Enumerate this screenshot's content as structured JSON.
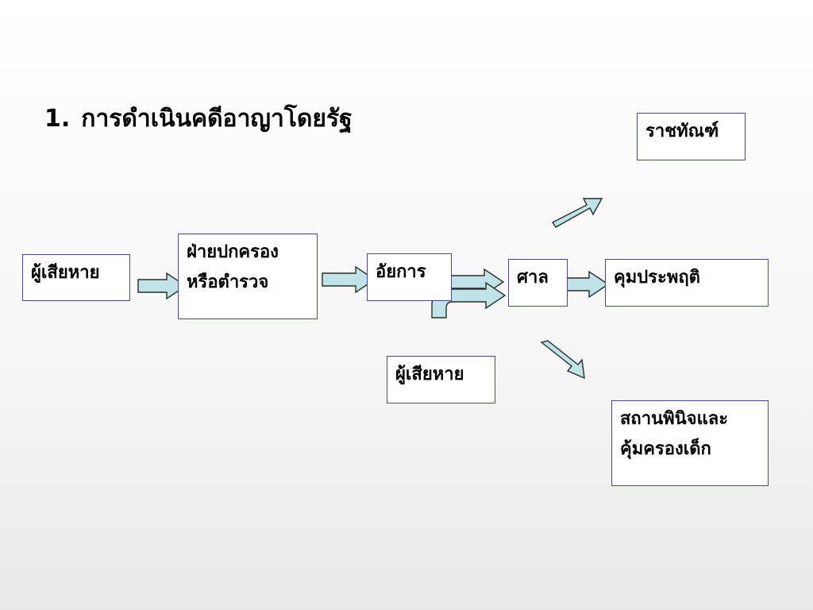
{
  "title": {
    "number": "1.",
    "text": "การดำเนินคดีอาญาโดยรัฐ"
  },
  "nodes": {
    "victim_left": {
      "text": "ผู้เสียหาย"
    },
    "administration_police": {
      "line1": "ฝ่ายปกครอง",
      "line2": "หรือตำรวจ"
    },
    "prosecutor": {
      "text": "อัยการ"
    },
    "court": {
      "text": "ศาล"
    },
    "victim_bottom": {
      "text": "ผู้เสียหาย"
    },
    "punishment": {
      "text": "ราชทัณฑ์"
    },
    "probation": {
      "text": "คุมประพฤติ"
    },
    "juvenile_center": {
      "line1": "สถานพินิจและ",
      "line2": "คุ้มครองเด็ก"
    }
  },
  "colors": {
    "arrow_fill": "#bfe3e6",
    "box_border": "#4a4a8a"
  }
}
